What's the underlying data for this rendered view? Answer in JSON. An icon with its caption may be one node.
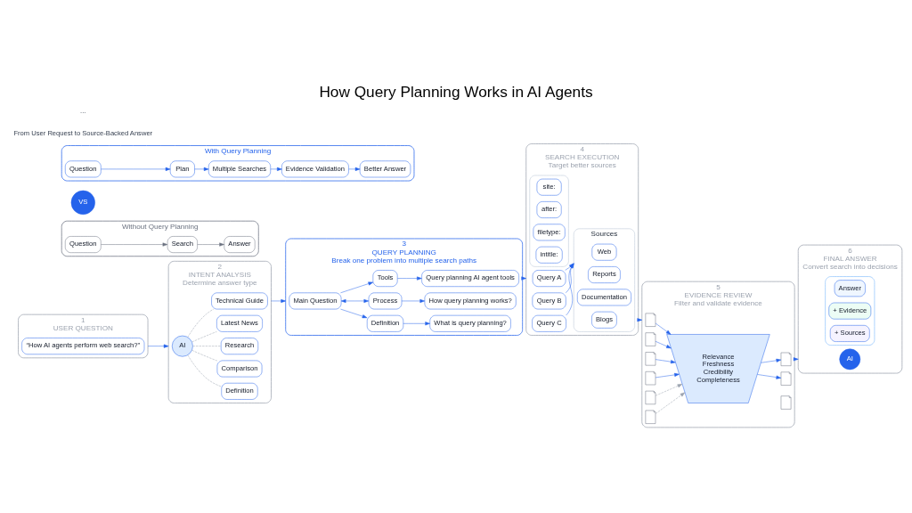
{
  "diagram": {
    "title": "How Query Planning Works in AI Agents",
    "nodes": [
      {
        "text": [
          "1",
          "USER QUESTION"
        ]
      },
      {
        "text": [
          "“How AI agents perform web search?”"
        ],
        "in": 0
      },
      {
        "text": [
          "2",
          "INTENT ANALYSIS",
          "Determine answer type"
        ]
      },
      {
        "text": [
          "AI"
        ],
        "in": 2
      },
      {
        "text": [
          "Definition"
        ],
        "in": 2
      },
      {
        "text": [
          "Comparison"
        ],
        "in": 2
      },
      {
        "text": [
          "Research"
        ],
        "in": 2
      },
      {
        "text": [
          "Latest News"
        ],
        "in": 2
      },
      {
        "text": [
          "Technical Guide"
        ],
        "in": 2
      },
      {
        "text": [
          "3",
          "QUERY PLANNING",
          "Break one problem into multiple search paths"
        ]
      },
      {
        "text": [
          "Main Question"
        ],
        "in": 9
      },
      {
        "text": [
          "Definition"
        ],
        "in": 9
      },
      {
        "text": [
          "Process"
        ],
        "in": 9
      },
      {
        "text": [
          "Tools"
        ],
        "in": 9
      },
      {
        "text": [
          "What is query planning?"
        ],
        "in": 9
      },
      {
        "text": [
          "How query planning works?"
        ],
        "in": 9
      },
      {
        "text": [
          "Query planning AI agent tools"
        ],
        "in": 9
      },
      {
        "text": [
          "4",
          "SEARCH EXECUTION",
          "Target better sources"
        ]
      },
      {
        "text": [
          "Query A"
        ],
        "in": 17
      },
      {
        "text": [
          "Query B"
        ],
        "in": 17
      },
      {
        "text": [
          "Query C"
        ],
        "in": 17
      },
      {
        "text": [
          "Sources"
        ],
        "in": 17
      },
      {
        "text": [
          "Web"
        ],
        "in": 21
      },
      {
        "text": [
          "Reports"
        ],
        "in": 21
      },
      {
        "text": [
          "Documentation"
        ],
        "in": 21
      },
      {
        "text": [
          "Blogs"
        ],
        "in": 21
      },
      {
        "text": [],
        "shape": "box",
        "in": 17
      },
      {
        "text": [
          "site:"
        ],
        "in": 26
      },
      {
        "text": [
          "after:"
        ],
        "in": 26
      },
      {
        "text": [
          "filetype:"
        ],
        "in": 26
      },
      {
        "text": [
          "intitle:"
        ],
        "in": 26
      },
      {
        "text": [
          "5",
          "EVIDENCE REVIEW",
          "Filter and validate evidence"
        ]
      },
      {
        "text": [],
        "shape": "document",
        "in": 31
      },
      {
        "text": [],
        "shape": "document",
        "in": 31
      },
      {
        "text": [],
        "shape": "document",
        "in": 31
      },
      {
        "text": [],
        "shape": "document",
        "in": 31
      },
      {
        "text": [
          "Relevance",
          "Freshness",
          "Credibility",
          "Completeness"
        ],
        "in": 31
      },
      {
        "text": [],
        "shape": "document",
        "in": 31
      },
      {
        "text": [],
        "shape": "document",
        "in": 31
      },
      {
        "text": [],
        "shape": "document",
        "in": 31
      },
      {
        "text": [],
        "shape": "document",
        "in": 31
      },
      {
        "text": [],
        "shape": "document",
        "in": 31
      },
      {
        "text": [
          "6",
          "FINAL ANSWER",
          "Convert search into decisions"
        ]
      },
      {
        "text": [
          "AI"
        ],
        "in": 42
      },
      {
        "text": [],
        "shape": "box",
        "in": 42
      },
      {
        "text": [
          "Answer"
        ],
        "in": 44
      },
      {
        "text": [
          "+ Evidence"
        ],
        "in": 44
      },
      {
        "text": [
          "+ Sources"
        ],
        "in": 44
      },
      {
        "text": [
          "Without Query Planning"
        ]
      },
      {
        "text": [
          "Question"
        ],
        "in": 48
      },
      {
        "text": [
          "Search"
        ],
        "in": 48
      },
      {
        "text": [
          "Answer"
        ],
        "in": 48
      },
      {
        "text": [
          "VS"
        ]
      },
      {
        "text": [
          "With Query Planning"
        ]
      },
      {
        "text": [
          "Question"
        ],
        "in": 53
      },
      {
        "text": [
          "Plan"
        ],
        "in": 53
      },
      {
        "text": [
          "Multiple Searches"
        ],
        "in": 53
      },
      {
        "text": [
          "Evidence Validation"
        ],
        "in": 53
      },
      {
        "text": [
          "Better Answer"
        ],
        "in": 53
      }
    ],
    "edges": [
      {
        "from": 0,
        "to": 2,
        "arrow": "to"
      },
      {
        "from": 3,
        "to": 4,
        "arrow": "none",
        "style": "dashed",
        "color": "#9ca3af"
      },
      {
        "from": 3,
        "to": 5,
        "arrow": "none",
        "style": "dashed",
        "color": "#9ca3af"
      },
      {
        "from": 3,
        "to": 6,
        "arrow": "none",
        "style": "dashed",
        "color": "#9ca3af"
      },
      {
        "from": 3,
        "to": 7,
        "arrow": "none",
        "style": "dashed",
        "color": "#9ca3af"
      },
      {
        "from": 3,
        "to": 8,
        "arrow": "none",
        "style": "dashed",
        "color": "#9ca3af"
      },
      {
        "from": 2,
        "to": 9,
        "arrow": "to"
      },
      {
        "from": 10,
        "to": 11,
        "arrow": "to"
      },
      {
        "from": 10,
        "to": 12,
        "arrow": "both"
      },
      {
        "from": 10,
        "to": 13,
        "arrow": "to"
      },
      {
        "from": 11,
        "to": 14,
        "arrow": "to"
      },
      {
        "from": 12,
        "to": 15,
        "arrow": "to"
      },
      {
        "from": 13,
        "to": 16,
        "arrow": "to"
      },
      {
        "from": 9,
        "to": 17,
        "arrow": "to"
      },
      {
        "from": 18,
        "to": 21,
        "arrow": "to"
      },
      {
        "from": 19,
        "to": 21,
        "arrow": "to"
      },
      {
        "from": 20,
        "to": 21,
        "arrow": "to"
      },
      {
        "from": 17,
        "to": 31,
        "arrow": "to"
      },
      {
        "from": 32,
        "to": 36,
        "arrow": "to"
      },
      {
        "from": 33,
        "to": 36,
        "arrow": "to"
      },
      {
        "from": 34,
        "to": 36,
        "arrow": "to"
      },
      {
        "from": 35,
        "to": 36,
        "arrow": "to"
      },
      {
        "from": 37,
        "to": 36,
        "arrow": "to",
        "style": "dashed",
        "color": "#9ca3af"
      },
      {
        "from": 38,
        "to": 36,
        "arrow": "to",
        "style": "dashed",
        "color": "#9ca3af"
      },
      {
        "from": 36,
        "to": 40,
        "arrow": "to"
      },
      {
        "from": 36,
        "to": 41,
        "arrow": "to"
      },
      {
        "from": 31,
        "to": 42,
        "arrow": "to"
      },
      {
        "from": 49,
        "to": 50,
        "arrow": "to",
        "color": "#6b7280"
      },
      {
        "from": 50,
        "to": 51,
        "arrow": "to",
        "color": "#6b7280"
      },
      {
        "from": 54,
        "to": 55,
        "arrow": "to"
      },
      {
        "from": 55,
        "to": 56,
        "arrow": "to"
      },
      {
        "from": 56,
        "to": 57,
        "arrow": "to"
      },
      {
        "from": 57,
        "to": 58,
        "arrow": "to"
      }
    ],
    "labels": [
      "From User Request to Source-Backed Answer",
      "..."
    ]
  }
}
